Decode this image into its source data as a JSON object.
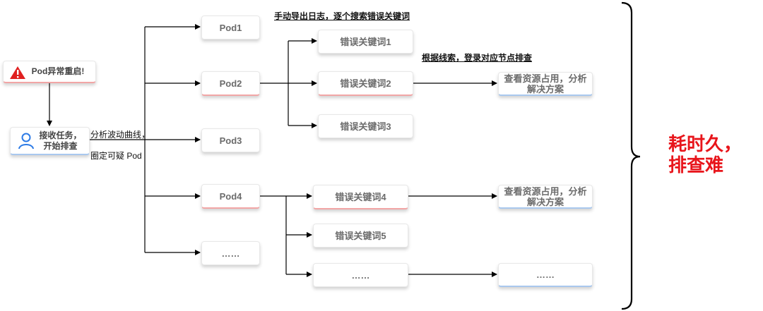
{
  "alert": {
    "label": "Pod异常重启!"
  },
  "task": {
    "label_line1": "接收任务，",
    "label_line2": "开始排查"
  },
  "analysis": {
    "line1": "分析波动曲线，",
    "line2": "圈定可疑 Pod"
  },
  "pods": [
    "Pod1",
    "Pod2",
    "Pod3",
    "Pod4",
    "……"
  ],
  "notes": {
    "export_logs": "手动导出日志，逐个搜索错误关键词",
    "login_node": "根据线索，登录对应节点排查"
  },
  "keywords_a": [
    "错误关键词1",
    "错误关键词2",
    "错误关键词3"
  ],
  "keywords_b": [
    "错误关键词4",
    "错误关键词5",
    "……"
  ],
  "solution": {
    "line1": "查看资源占用，分析",
    "line2": "解决方案"
  },
  "ellipsis": "……",
  "conclusion": {
    "line1": "耗时久，",
    "line2": "排查难"
  },
  "colors": {
    "alert": "#e02020",
    "accent_red": "#f2a6a6",
    "accent_blue": "#a9c8ee",
    "conclusion": "#e8151b"
  }
}
